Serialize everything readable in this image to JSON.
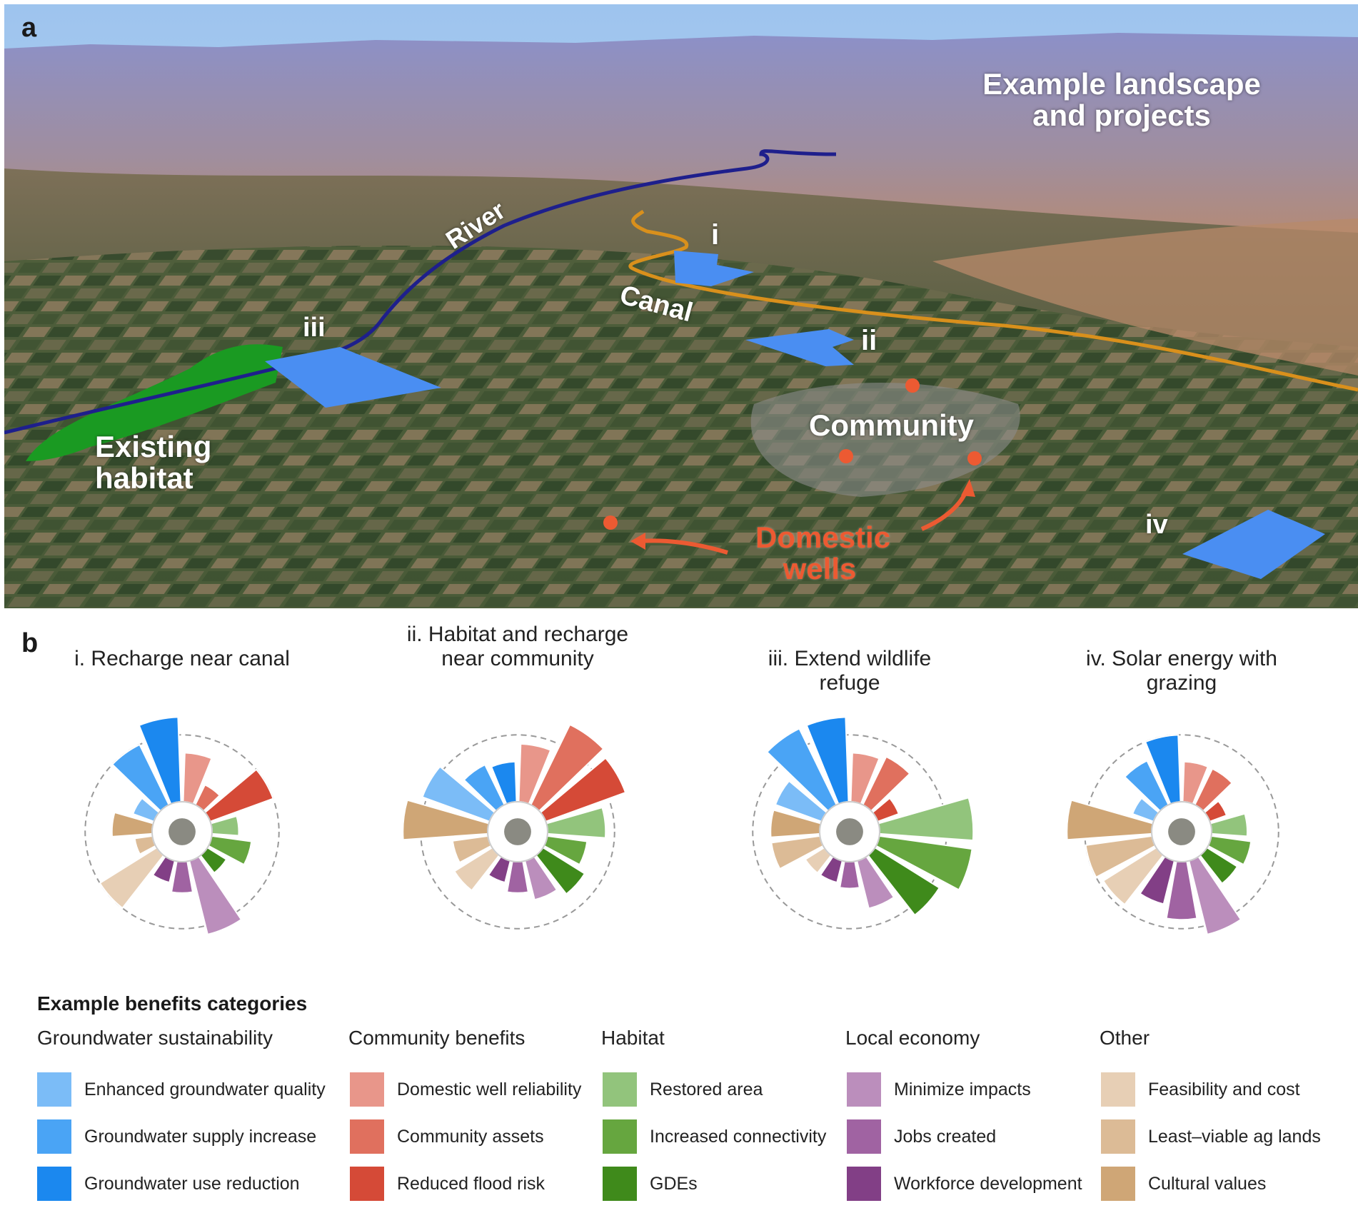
{
  "panel_a": {
    "letter": "a",
    "labels": {
      "title": "Example landscape and projects",
      "river": "River",
      "canal": "Canal",
      "existing_habitat": "Existing habitat",
      "community": "Community",
      "domestic_wells": "Domestic wells",
      "site_i": "i",
      "site_ii": "ii",
      "site_iii": "iii",
      "site_iv": "iv"
    },
    "colors": {
      "project_sites": "#4a8ef2",
      "existing_habitat": "#1a9a22",
      "river": "#1e1f8c",
      "canal": "#d9901c",
      "wells": "#ec5a32"
    }
  },
  "panel_b": {
    "letter": "b",
    "legend_heading": "Example benefits categories",
    "groups": [
      {
        "title": "Groundwater sustainability",
        "items": [
          {
            "label": "Enhanced groundwater quality",
            "color": "#7bbcf7"
          },
          {
            "label": "Groundwater supply increase",
            "color": "#4aa4f5"
          },
          {
            "label": "Groundwater use reduction",
            "color": "#1b88ef"
          }
        ]
      },
      {
        "title": "Community benefits",
        "items": [
          {
            "label": "Domestic well reliability",
            "color": "#e8968a"
          },
          {
            "label": "Community assets",
            "color": "#e0705e"
          },
          {
            "label": "Reduced flood risk",
            "color": "#d54a37"
          }
        ]
      },
      {
        "title": "Habitat",
        "items": [
          {
            "label": "Restored area",
            "color": "#92c47c"
          },
          {
            "label": "Increased connectivity",
            "color": "#66a63f"
          },
          {
            "label": "GDEs",
            "color": "#3f8a1b"
          }
        ]
      },
      {
        "title": "Local economy",
        "items": [
          {
            "label": "Minimize impacts",
            "color": "#bb8ebc"
          },
          {
            "label": "Jobs created",
            "color": "#a063a2"
          },
          {
            "label": "Workforce development",
            "color": "#823f86"
          }
        ]
      },
      {
        "title": "Other",
        "items": [
          {
            "label": "Feasibility and cost",
            "color": "#e7cfb5"
          },
          {
            "label": "Least–viable ag lands",
            "color": "#dcbb96"
          },
          {
            "label": "Cultural values",
            "color": "#cfa676"
          }
        ]
      }
    ],
    "chart_data": [
      {
        "type": "radial-bar",
        "title": "i. Recharge near canal",
        "categories": [
          "Domestic well reliability",
          "Community assets",
          "Reduced flood risk",
          "Restored area",
          "Increased connectivity",
          "GDEs",
          "Minimize impacts",
          "Jobs created",
          "Workforce development",
          "Feasibility and cost",
          "Least–viable ag lands",
          "Cultural values",
          "Enhanced groundwater quality",
          "Groundwater supply increase",
          "Groundwater use reduction"
        ],
        "values": [
          0.55,
          0.25,
          0.75,
          0.3,
          0.45,
          0.25,
          0.85,
          0.35,
          0.25,
          0.75,
          0.2,
          0.45,
          0.25,
          0.75,
          0.95
        ]
      },
      {
        "type": "radial-bar",
        "title": "ii. Habitat and recharge near community",
        "categories": [
          "Domestic well reliability",
          "Community assets",
          "Reduced flood risk",
          "Restored area",
          "Increased connectivity",
          "GDEs",
          "Minimize impacts",
          "Jobs created",
          "Workforce development",
          "Feasibility and cost",
          "Least–viable ag lands",
          "Cultural values",
          "Enhanced groundwater quality",
          "Groundwater supply increase",
          "Groundwater use reduction"
        ],
        "values": [
          0.65,
          1.0,
          0.95,
          0.65,
          0.45,
          0.55,
          0.45,
          0.35,
          0.25,
          0.5,
          0.4,
          0.95,
          0.8,
          0.5,
          0.45
        ]
      },
      {
        "type": "radial-bar",
        "title": "iii. Extend wildlife refuge",
        "categories": [
          "Domestic well reliability",
          "Community assets",
          "Reduced flood risk",
          "Restored area",
          "Increased connectivity",
          "GDEs",
          "Minimize impacts",
          "Jobs created",
          "Workforce development",
          "Feasibility and cost",
          "Least–viable ag lands",
          "Cultural values",
          "Enhanced groundwater quality",
          "Groundwater supply increase",
          "Groundwater use reduction"
        ],
        "values": [
          0.55,
          0.6,
          0.25,
          1.05,
          1.05,
          0.85,
          0.55,
          0.3,
          0.25,
          0.25,
          0.55,
          0.55,
          0.55,
          0.95,
          0.95
        ]
      },
      {
        "type": "radial-bar",
        "title": "iv. Solar energy with grazing",
        "categories": [
          "Domestic well reliability",
          "Community assets",
          "Reduced flood risk",
          "Restored area",
          "Increased connectivity",
          "GDEs",
          "Minimize impacts",
          "Jobs created",
          "Workforce development",
          "Feasibility and cost",
          "Least–viable ag lands",
          "Cultural values",
          "Enhanced groundwater quality",
          "Groundwater supply increase",
          "Groundwater use reduction"
        ],
        "values": [
          0.45,
          0.45,
          0.2,
          0.4,
          0.45,
          0.4,
          0.85,
          0.65,
          0.5,
          0.7,
          0.75,
          0.95,
          0.25,
          0.55,
          0.75
        ]
      }
    ]
  }
}
